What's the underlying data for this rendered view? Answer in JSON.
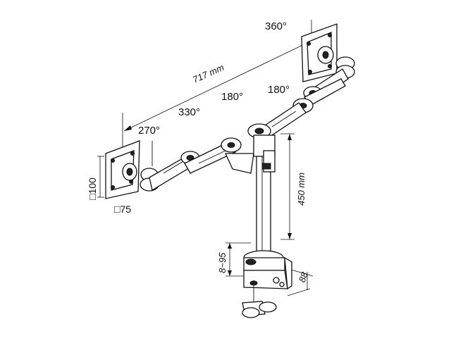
{
  "figure": {
    "angles": {
      "right_plate": "360°",
      "right_inner": "180°",
      "center_pivot": "180°",
      "left_elbow": "330°",
      "left_plate": "270°"
    },
    "dimensions": {
      "span": "717 mm",
      "pole_height": "450 mm",
      "clamp_range": "8~95",
      "clamp_depth": "88"
    },
    "vesa": {
      "large": "□100",
      "small": "□75"
    }
  }
}
